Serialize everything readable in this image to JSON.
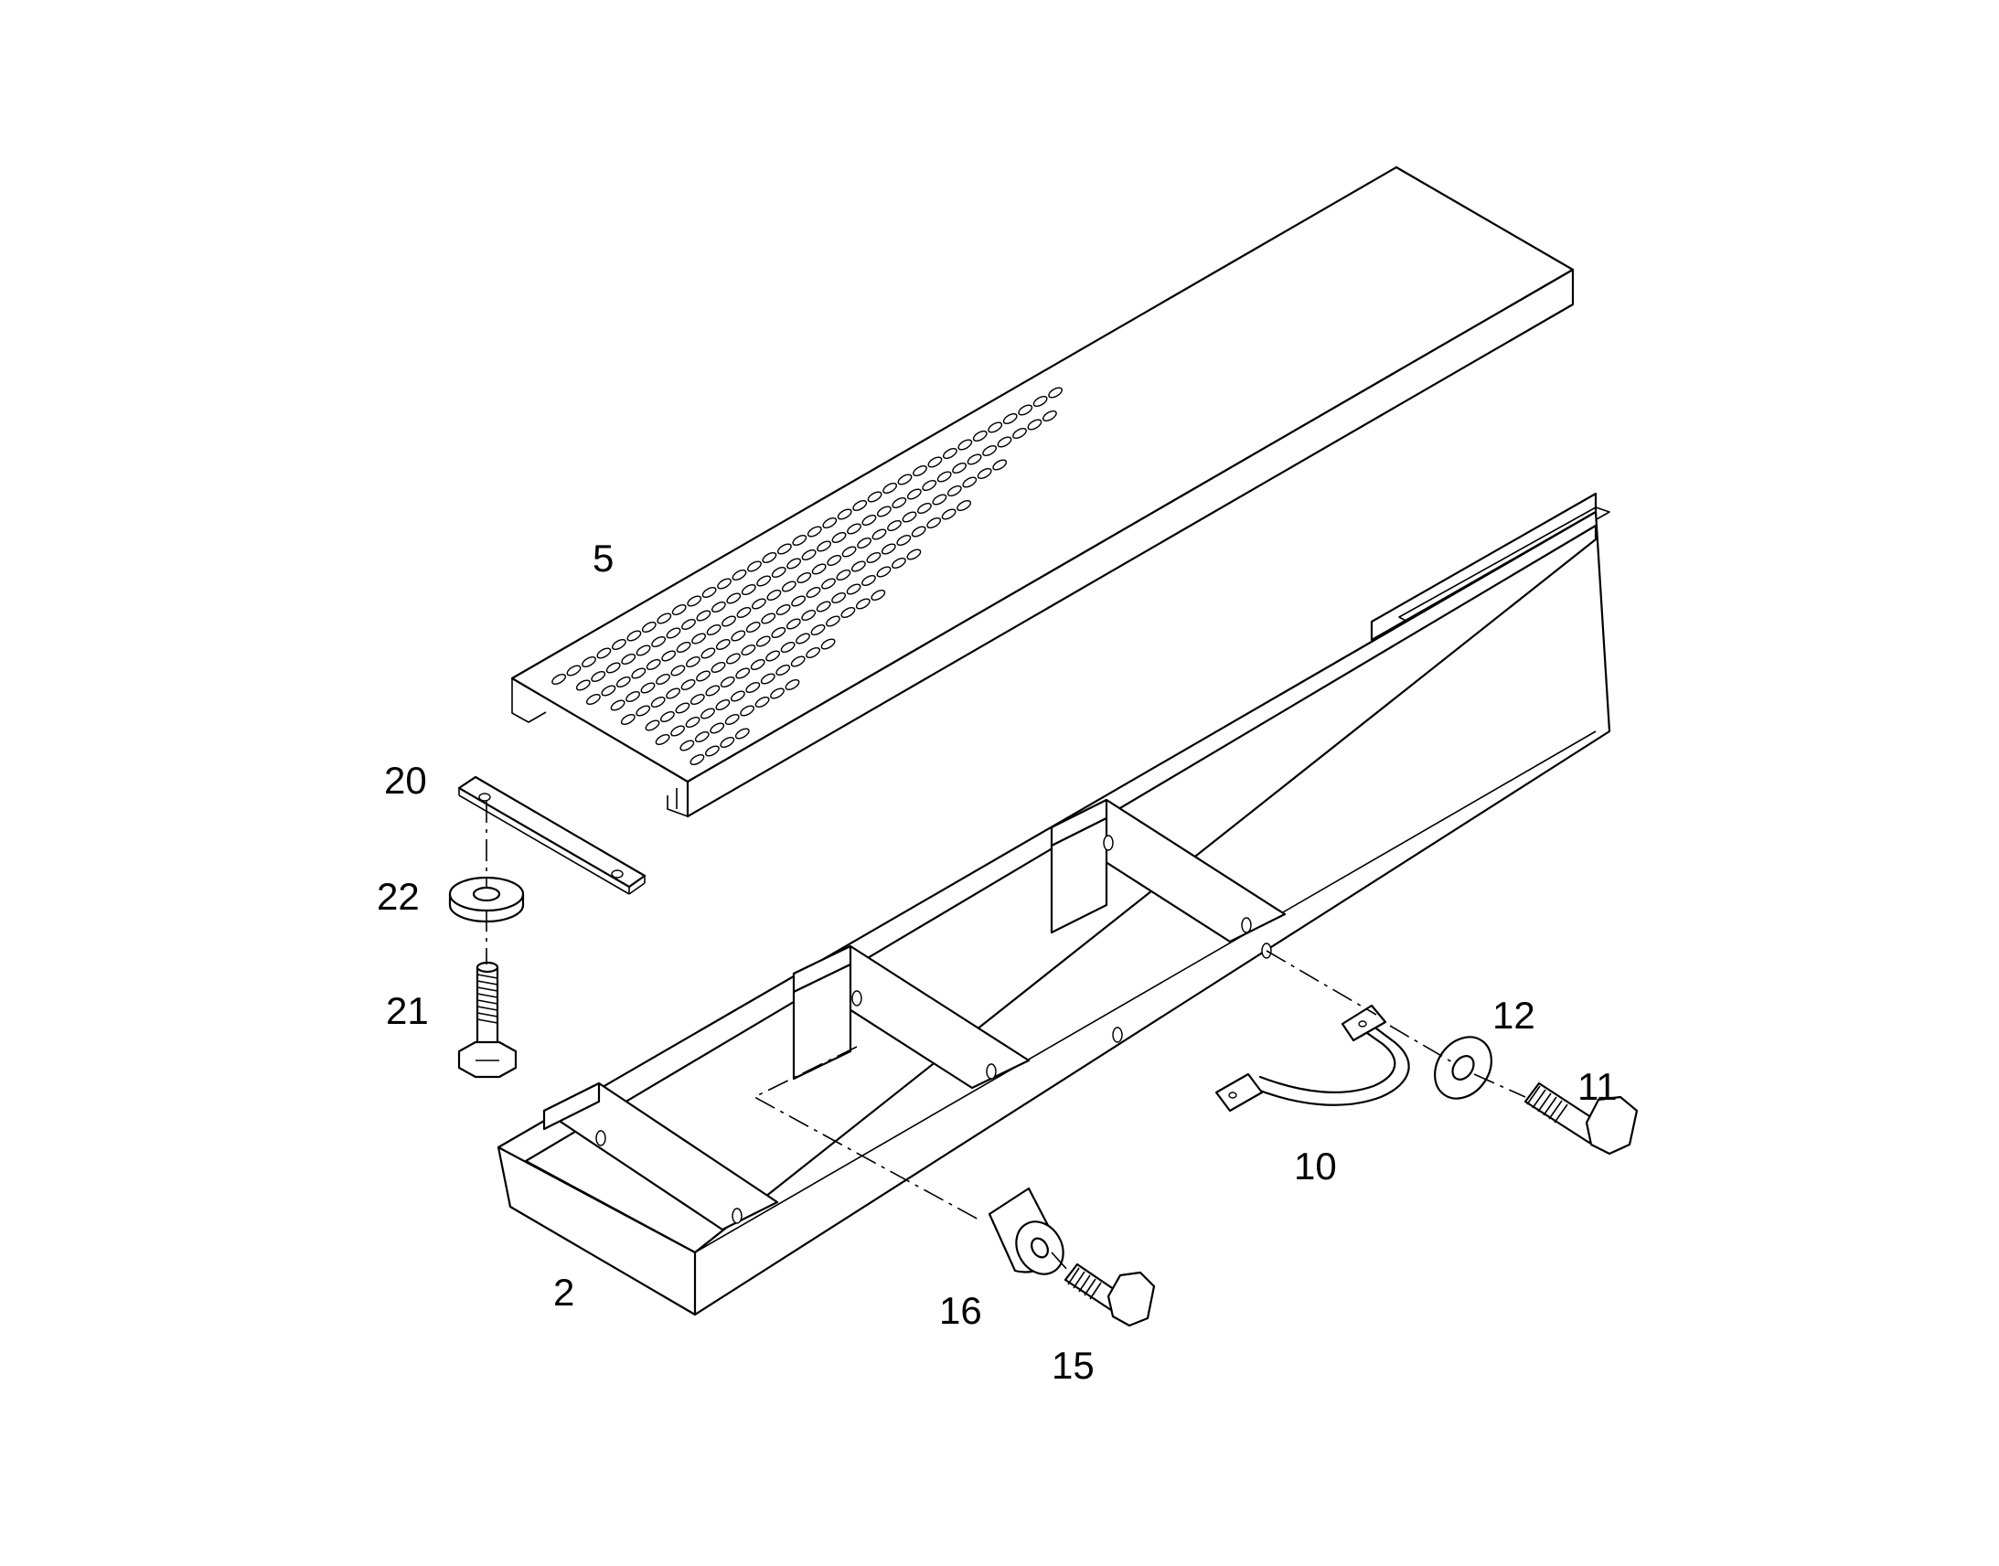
{
  "diagram": {
    "colors": {
      "line": "#000000",
      "background": "#ffffff"
    },
    "callouts": {
      "p2": "2",
      "p5": "5",
      "p10": "10",
      "p11": "11",
      "p12": "12",
      "p15": "15",
      "p16": "16",
      "p20": "20",
      "p21": "21",
      "p22": "22"
    }
  }
}
